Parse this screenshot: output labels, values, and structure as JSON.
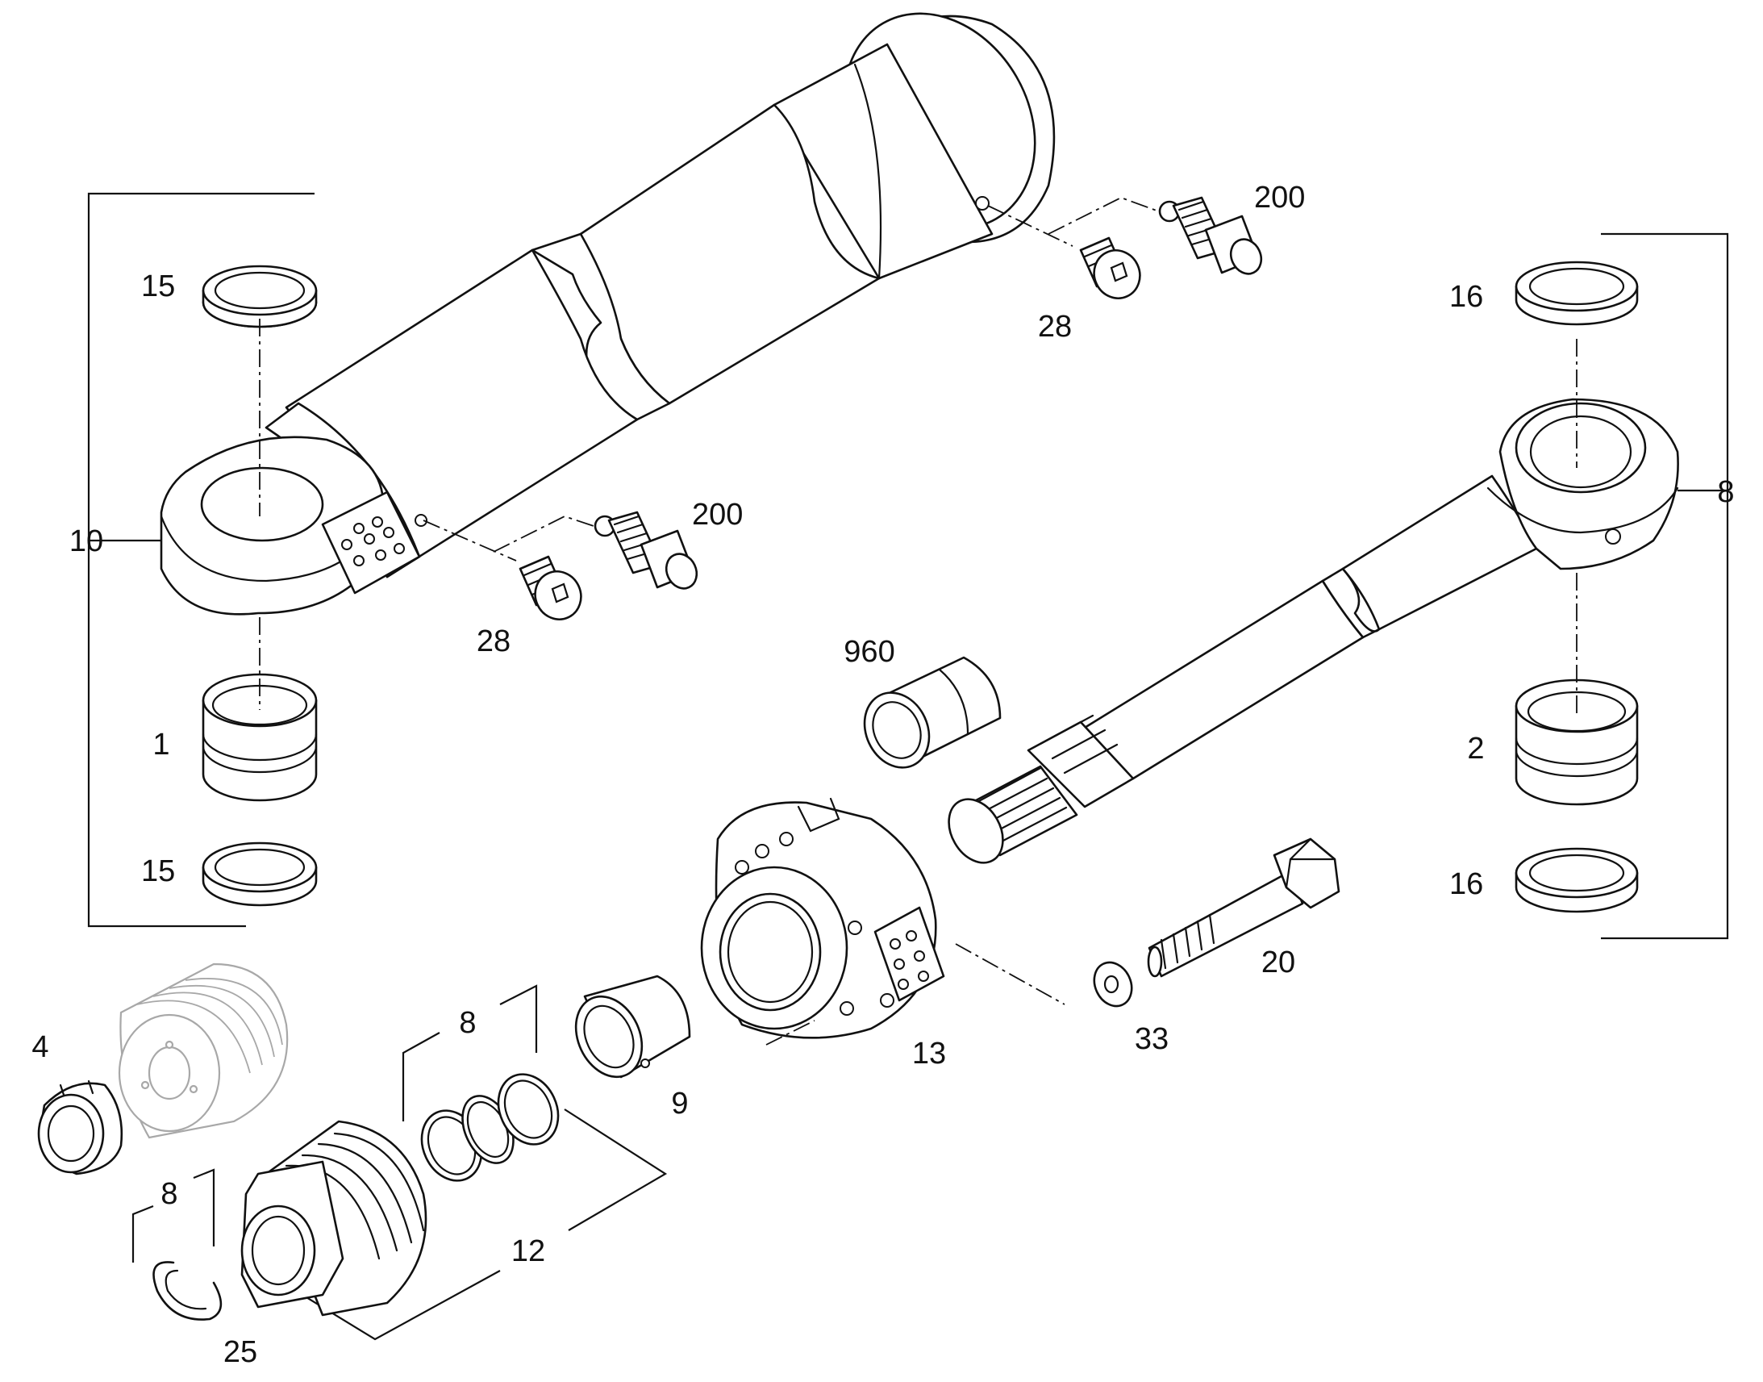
{
  "diagram": {
    "callouts": {
      "p15_top": "15",
      "p15_bottom": "15",
      "p10": "10",
      "p1": "1",
      "p16_top": "16",
      "p16_bottom": "16",
      "p8_right": "8",
      "p2": "2",
      "p200_top": "200",
      "p28_top": "28",
      "p200_mid": "200",
      "p28_mid": "28",
      "p960": "960",
      "p20": "20",
      "p33": "33",
      "p13": "13",
      "p9": "9",
      "p8_seals": "8",
      "p12": "12",
      "p4": "4",
      "p8_ring": "8",
      "p25": "25"
    }
  }
}
